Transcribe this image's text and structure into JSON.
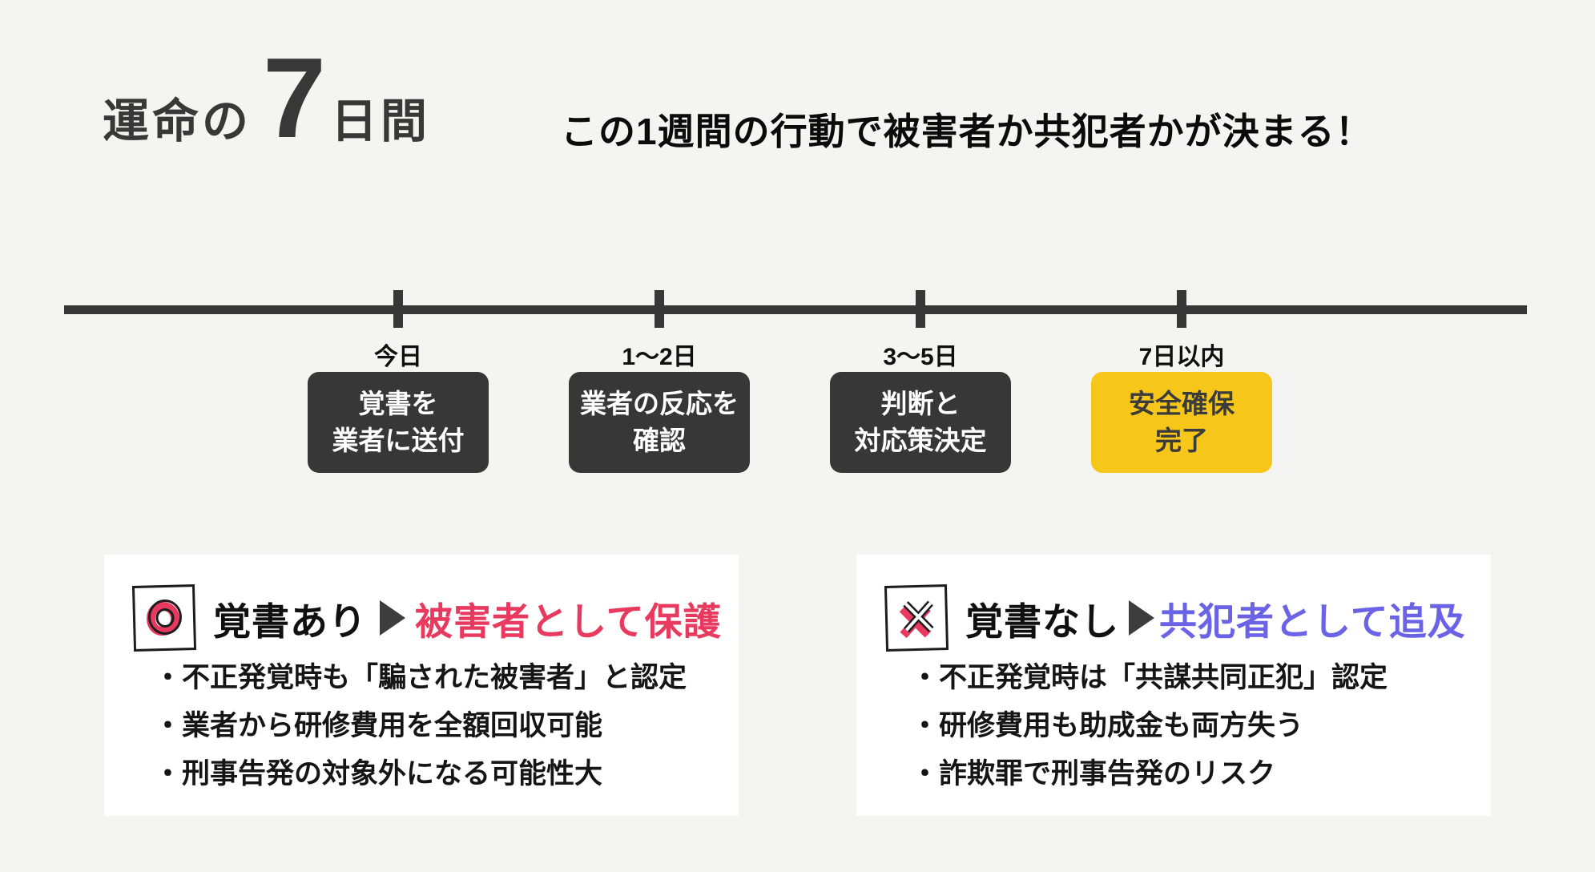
{
  "title": {
    "prefix": "運命の",
    "number": "7",
    "suffix": "日間"
  },
  "headline": "この1週間の行動で被害者か共犯者かが決まる！",
  "timeline": {
    "steps": [
      {
        "label": "今日",
        "line1": "覚書を",
        "line2": "業者に送付",
        "highlight": false
      },
      {
        "label": "1〜2日",
        "line1": "業者の反応を",
        "line2": "確認",
        "highlight": false
      },
      {
        "label": "3〜5日",
        "line1": "判断と",
        "line2": "対応策決定",
        "highlight": false
      },
      {
        "label": "7日以内",
        "line1": "安全確保",
        "line2": "完了",
        "highlight": true
      }
    ]
  },
  "cards": {
    "left": {
      "icon": "maru-circle-stamp-icon",
      "title_black": "覚書あり",
      "arrow": "▶",
      "title_accent": "被害者として保護",
      "accent_color": "#e8395f",
      "bullets": [
        "・不正発覚時も「騙された被害者」と認定",
        "・業者から研修費用を全額回収可能",
        "・刑事告発の対象外になる可能性大"
      ]
    },
    "right": {
      "icon": "batsu-x-stamp-icon",
      "title_black": "覚書なし",
      "arrow": "▶",
      "title_accent": "共犯者として追及",
      "accent_color": "#6b63e6",
      "bullets": [
        "・不正発覚時は「共謀共同正犯」認定",
        "・研修費用も助成金も両方失う",
        "・詐欺罪で刑事告発のリスク"
      ]
    }
  },
  "colors": {
    "background": "#f4f4f2",
    "dark": "#373737",
    "accent_yellow": "#f6c71a",
    "accent_red": "#e8395f",
    "accent_purple": "#6b63e6",
    "card_bg": "#ffffff",
    "text_black": "#111111",
    "step_text": "#ffffff"
  }
}
